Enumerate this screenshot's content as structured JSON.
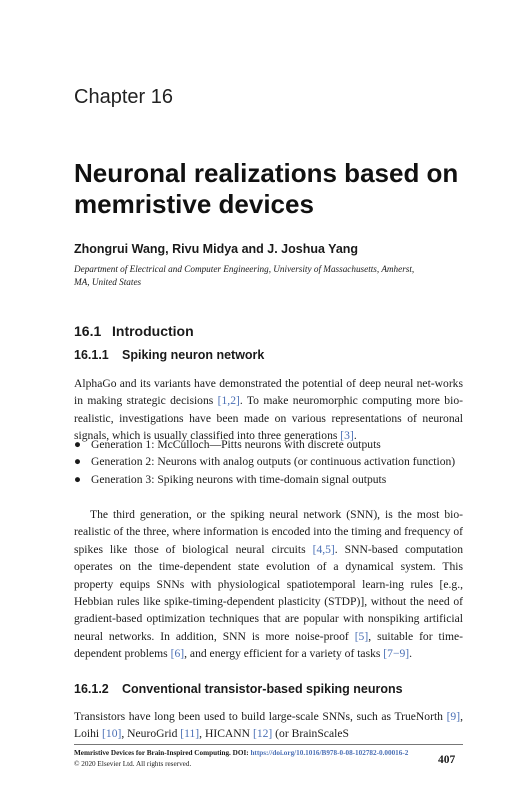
{
  "chapter_label": "Chapter 16",
  "title_line1": "Neuronal realizations based on",
  "title_line2": "memristive devices",
  "authors": "Zhongrui Wang, Rivu Midya and J. Joshua Yang",
  "affiliation_line1": "Department of Electrical and Computer Engineering, University of Massachusetts, Amherst,",
  "affiliation_line2": "MA, United States",
  "section": {
    "num": "16.1",
    "title": "Introduction"
  },
  "sub1": {
    "num": "16.1.1",
    "title": "Spiking neuron network"
  },
  "sub2": {
    "num": "16.1.2",
    "title": "Conventional transistor-based spiking neurons"
  },
  "p1": {
    "a": "AlphaGo and its variants have demonstrated the potential of deep neural net-works in making strategic decisions ",
    "c1": "[1,2]",
    "b": ". To make neuromorphic computing more bio-realistic, investigations have been made on various representations of neuronal signals, which is usually classified into three generations ",
    "c2": "[3]",
    "d": "."
  },
  "bullets": [
    "Generation 1: McCulloch—Pitts neurons with discrete outputs",
    "Generation 2: Neurons with analog outputs (or continuous activation function)",
    "Generation 3: Spiking neurons with time-domain signal outputs"
  ],
  "p2": {
    "a": "The third generation, or the spiking neural network (SNN), is the most bio-realistic of the three, where information is encoded into the timing and frequency of spikes like those of biological neural circuits ",
    "c1": "[4,5]",
    "b": ". SNN-based computation operates on the time-dependent state evolution of a dynamical system. This property equips SNNs with physiological spatiotemporal learn-ing rules [e.g., Hebbian rules like spike-timing-dependent plasticity (STDP)], without the need of gradient-based optimization techniques that are popular with nonspiking artificial neural networks. In addition, SNN is more noise-proof ",
    "c2": "[5]",
    "c": ", suitable for time-dependent problems ",
    "c3": "[6]",
    "d": ", and energy efficient for a variety of tasks ",
    "c4": "[7−9]",
    "e": "."
  },
  "p3": {
    "a": "Transistors have long been used to build large-scale SNNs, such as TrueNorth ",
    "c1": "[9]",
    "b": ", Loihi ",
    "c2": "[10]",
    "c": ", NeuroGrid ",
    "c3": "[11]",
    "d": ", HICANN ",
    "c4": "[12]",
    "e": " (or BrainScaleS"
  },
  "footer": {
    "book": "Memristive Devices for Brain-Inspired Computing.",
    "doi_label": " DOI: ",
    "doi": "https://doi.org/10.1016/B978-0-08-102782-0.00016-2",
    "copyright": "© 2020 Elsevier Ltd. All rights reserved."
  },
  "page_number": "407"
}
